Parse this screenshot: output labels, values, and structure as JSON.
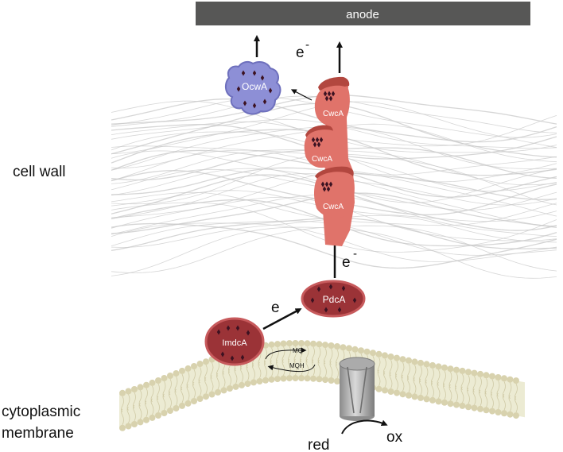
{
  "labels": {
    "anode": "anode",
    "cell_wall": "cell wall",
    "membrane_line1": "cytoplasmic",
    "membrane_line2": "membrane",
    "electron_top": "e",
    "electron_mid": "e",
    "electron_low": "e",
    "superscript": "-",
    "red": "red",
    "ox": "ox",
    "mq": "MQ",
    "mqh": "MQH"
  },
  "proteins": {
    "ocwa": "OcwA",
    "cwca_1": "CwcA",
    "cwca_2": "CwcA",
    "cwca_3": "CwcA",
    "pdca": "PdcA",
    "imdca": "ImdcA"
  },
  "colors": {
    "anode_bar": "#575756",
    "cell_wall_fiber": "#c8c8c8",
    "membrane_fill": "#ecebd3",
    "membrane_head": "#d8d2ae",
    "cwca_fill": "#e0736a",
    "cwca_dark": "#b2473f",
    "ocwa_fill": "#8d8fd6",
    "ocwa_dark": "#6e70bd",
    "pdca_fill": "#9b3337",
    "pdca_rim": "#c75a5c",
    "heme": "#3c1221",
    "channel": "#b5b5b5"
  }
}
